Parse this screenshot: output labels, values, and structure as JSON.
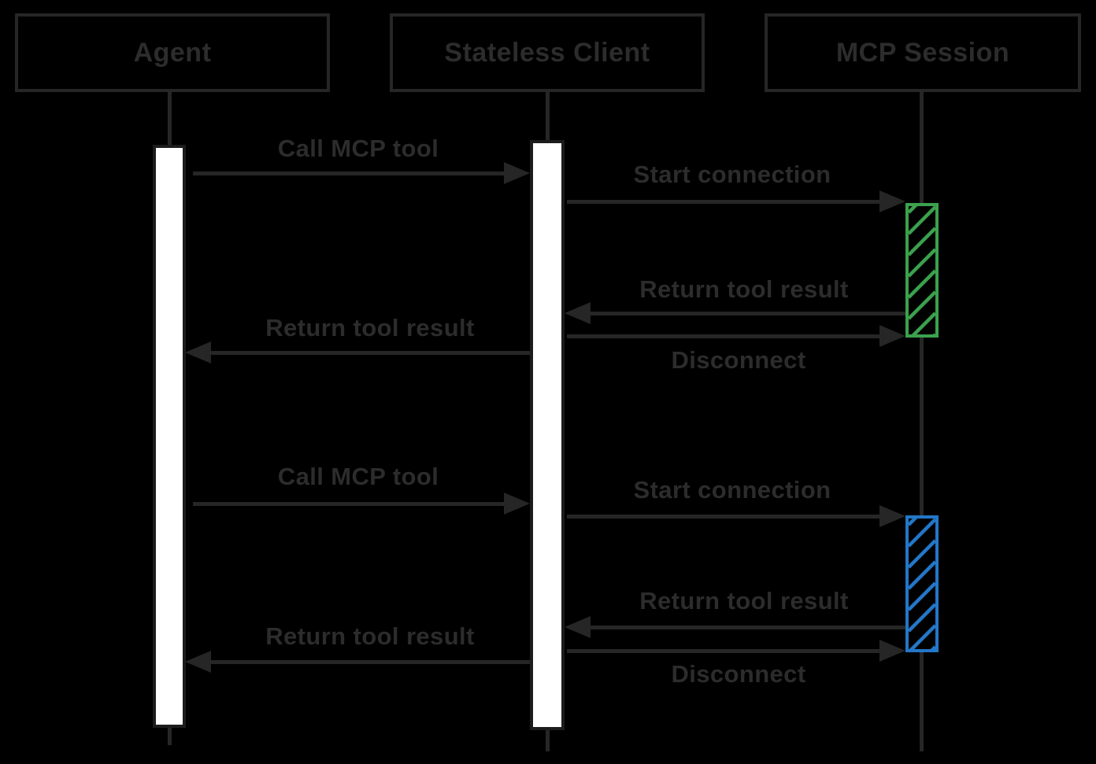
{
  "colors": {
    "background": "#000000",
    "stroke": "#262626",
    "text": "#2C2C2C",
    "activation_fill": "#FFFFFF"
  },
  "actors": [
    {
      "id": "agent",
      "label": "Agent"
    },
    {
      "id": "stateless-client",
      "label": "Stateless Client"
    },
    {
      "id": "mcp-session",
      "label": "MCP Session"
    }
  ],
  "sessions": [
    {
      "id": "session-1",
      "color": "#3BA14D"
    },
    {
      "id": "session-2",
      "color": "#2377C8"
    }
  ],
  "messages": [
    {
      "label": "Call MCP tool",
      "from": "Agent",
      "to": "Stateless Client"
    },
    {
      "label": "Start connection",
      "from": "Stateless Client",
      "to": "MCP Session"
    },
    {
      "label": "Return tool result",
      "from": "MCP Session",
      "to": "Stateless Client"
    },
    {
      "label": "Disconnect",
      "from": "Stateless Client",
      "to": "MCP Session"
    },
    {
      "label": "Return tool result",
      "from": "Stateless Client",
      "to": "Agent"
    },
    {
      "label": "Call MCP tool",
      "from": "Agent",
      "to": "Stateless Client"
    },
    {
      "label": "Start connection",
      "from": "Stateless Client",
      "to": "MCP Session"
    },
    {
      "label": "Return tool result",
      "from": "MCP Session",
      "to": "Stateless Client"
    },
    {
      "label": "Disconnect",
      "from": "Stateless Client",
      "to": "MCP Session"
    },
    {
      "label": "Return tool result",
      "from": "Stateless Client",
      "to": "Agent"
    }
  ]
}
